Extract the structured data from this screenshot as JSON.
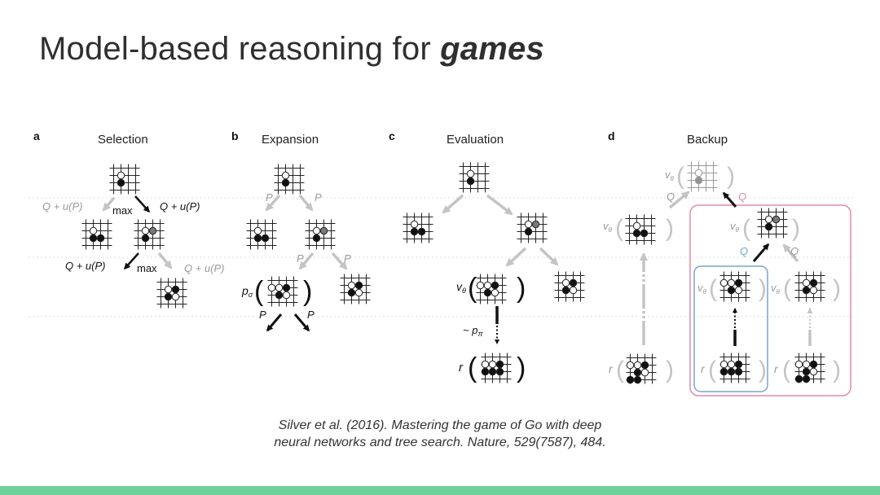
{
  "slide": {
    "title_prefix": "Model-based reasoning for ",
    "title_emphasis": "games",
    "citation_line1": "Silver et al. (2016). Mastering the game of Go with deep",
    "citation_line2": "neural networks and tree search. Nature, 529(7587), 484."
  },
  "panels": [
    {
      "letter": "a",
      "title": "Selection"
    },
    {
      "letter": "b",
      "title": "Expansion"
    },
    {
      "letter": "c",
      "title": "Evaluation"
    },
    {
      "letter": "d",
      "title": "Backup"
    }
  ],
  "labels": {
    "q_plus_u": "Q + u(P)",
    "max": "max",
    "p": "P",
    "q": "Q",
    "p_sigma": "p",
    "sigma_sub": "σ",
    "v_theta": "v",
    "theta_sub": "θ",
    "tilde_p_pi": "~ p",
    "pi_sub": "π",
    "r": "r"
  },
  "colors": {
    "dark": "#111111",
    "gray": "#c4c4c4",
    "label_gray": "#9a9a9a",
    "pink": "#e48aa8",
    "blue": "#7aa3cf",
    "footer": "#6dd19a",
    "guide": "#dddddd"
  }
}
